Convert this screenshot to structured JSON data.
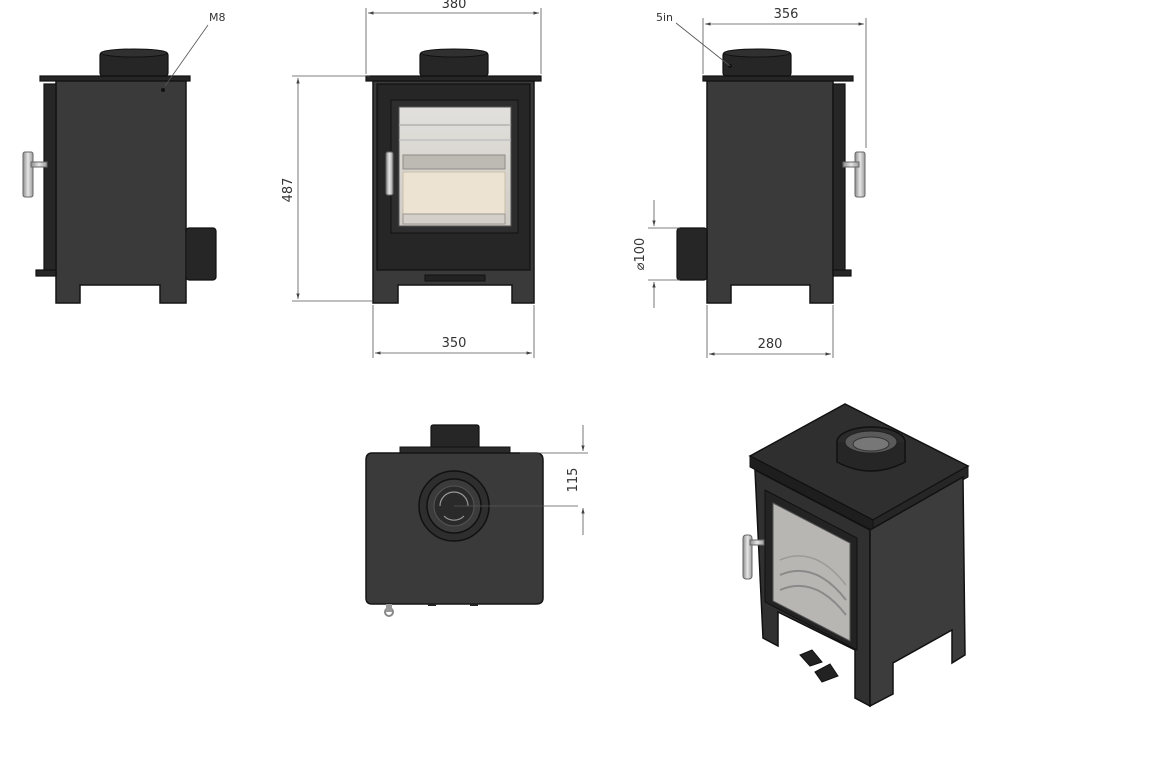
{
  "dimensions": {
    "top_width": "380",
    "height": "487",
    "base_width": "350",
    "side_depth": "356",
    "base_depth": "280",
    "flue_label": "5in",
    "inlet_diameter": "100",
    "flue_offset": "115",
    "fixing_label": "M8"
  },
  "colors": {
    "stove_body": "#3a3a3a",
    "stove_dark": "#262626",
    "glass": "#d8d6d2",
    "firebed": "#ece3d2",
    "handle": "#c9c9c9"
  }
}
